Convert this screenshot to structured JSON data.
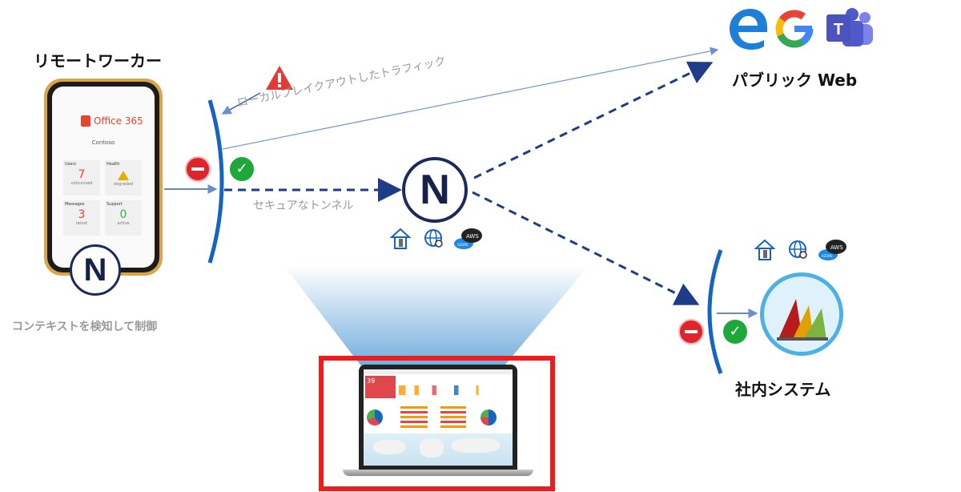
{
  "labels": {
    "remote_worker": "リモートワーカー",
    "context_detect": "コンテキストを検知して制御",
    "local_breakout": "ローカルブレイクアウトしたトラフィック",
    "secure_tunnel": "セキュアなトンネル",
    "public_web": "パブリック Web",
    "internal_system": "社内システム",
    "n_logo": "N",
    "aws": "AWS",
    "azure": "AZURE"
  },
  "phone": {
    "app_title": "Office 365",
    "org": "Contoso",
    "tiles": [
      {
        "label": "Users",
        "value": "7",
        "sub": "unlicensed",
        "color": "#e0473c"
      },
      {
        "label": "Health",
        "value": "",
        "sub": "degraded",
        "color": "#e0b000"
      },
      {
        "label": "Messages",
        "value": "3",
        "sub": "latest",
        "color": "#e0473c"
      },
      {
        "label": "Support",
        "value": "0",
        "sub": "active",
        "color": "#3bb34a"
      }
    ]
  },
  "laptop": {
    "kpi": "39"
  },
  "colors": {
    "dashed_arrow": "#1f3c88",
    "thin_arrow": "#6a8ecf",
    "bracket": "#1565c0",
    "red_box": "#ee1c1c",
    "block": "#e0242c",
    "check": "#1ea83a",
    "warning": "#e53935"
  },
  "icons": [
    "warning-icon",
    "block-icon",
    "check-icon",
    "edge-icon",
    "google-icon",
    "teams-icon",
    "home-server-icon",
    "web-search-icon",
    "aws-azure-cloud-icon",
    "dynamics-icon",
    "netskope-n-logo"
  ]
}
